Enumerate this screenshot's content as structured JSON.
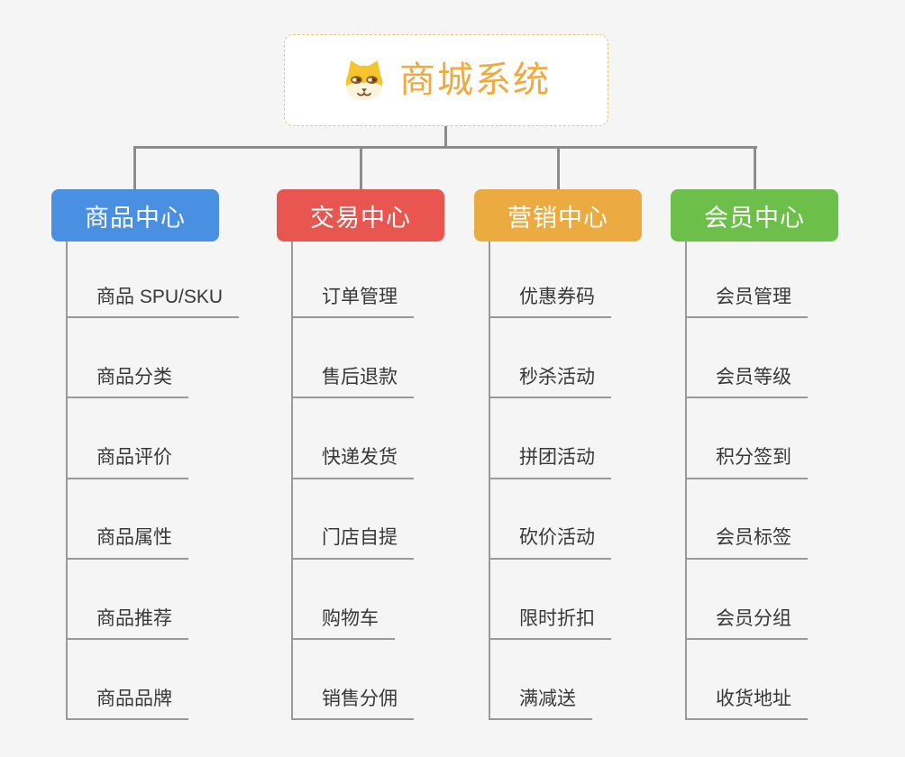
{
  "app": {
    "background_color": "#f5f5f5",
    "connector_color": "#8c8c8c",
    "leaf_line_color": "#999999",
    "leaf_text_color": "#383838"
  },
  "root": {
    "title": "商城系统",
    "icon": "dog-face-icon",
    "text_color": "#F0A93C",
    "border_color": "#eec17c"
  },
  "branches": [
    {
      "label": "商品中心",
      "color": "#4A90E2",
      "items": [
        "商品 SPU/SKU",
        "商品分类",
        "商品评价",
        "商品属性",
        "商品推荐",
        "商品品牌"
      ]
    },
    {
      "label": "交易中心",
      "color": "#E8564F",
      "items": [
        "订单管理",
        "售后退款",
        "快递发货",
        "门店自提",
        "购物车",
        "销售分佣"
      ]
    },
    {
      "label": "营销中心",
      "color": "#EBAB40",
      "items": [
        "优惠券码",
        "秒杀活动",
        "拼团活动",
        "砍价活动",
        "限时折扣",
        "满减送"
      ]
    },
    {
      "label": "会员中心",
      "color": "#6CC04A",
      "items": [
        "会员管理",
        "会员等级",
        "积分签到",
        "会员标签",
        "会员分组",
        "收货地址"
      ]
    }
  ]
}
